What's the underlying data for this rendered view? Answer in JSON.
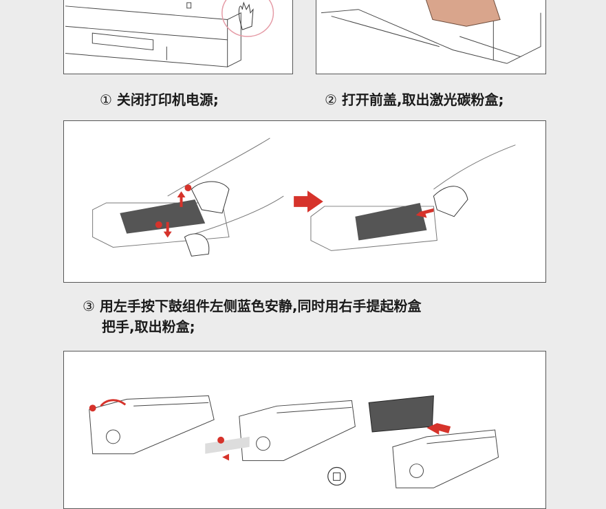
{
  "steps": [
    {
      "number": "①",
      "text": "关闭打印机电源;"
    },
    {
      "number": "②",
      "text": "打开前盖,取出激光碳粉盒;"
    },
    {
      "number": "③",
      "text_line1": "用左手按下鼓组件左侧蓝色安静,同时用右手提起粉盒",
      "text_line2": "把手,取出粉盒;"
    }
  ],
  "markers": {
    "one": "1",
    "two": "2"
  },
  "colors": {
    "accent_red": "#d6332b",
    "background": "#ececec",
    "highlight_pink": "#e59aa5",
    "toner_brown": "#d9a58c"
  }
}
